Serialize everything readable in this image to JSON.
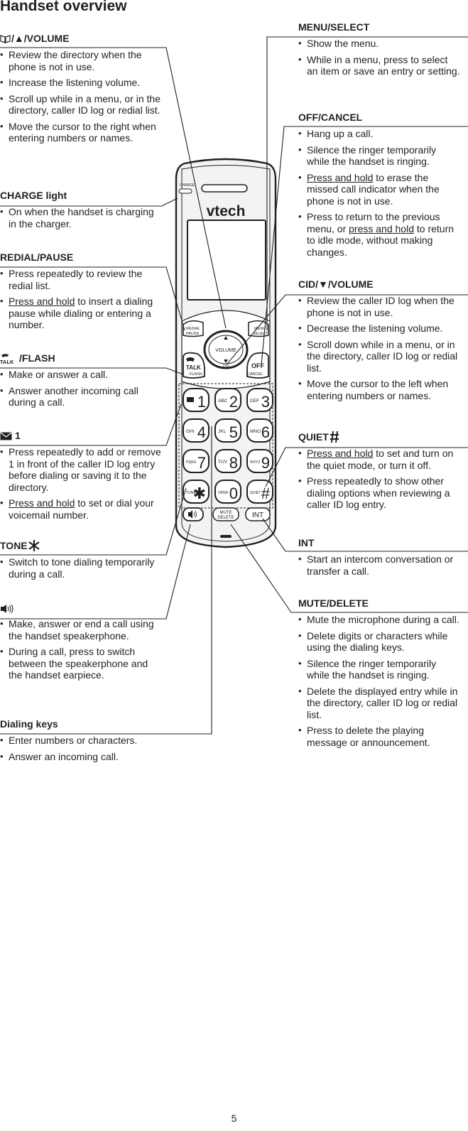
{
  "title": "Handset overview",
  "page_number": "5",
  "left_sections": [
    {
      "heading": "/▲/VOLUME",
      "icon": "directory-book-icon",
      "bullets": [
        "Review the directory when the phone is not in use.",
        "Increase the listening volume.",
        "Scroll up while in a menu, or in the directory, caller ID log or redial list.",
        "Move the cursor to the right when entering numbers or names."
      ]
    },
    {
      "heading": "CHARGE light",
      "bullets": [
        "On when the handset is charging in the charger."
      ]
    },
    {
      "heading": "REDIAL/PAUSE",
      "bullets": [
        {
          "link": "Press and hold",
          "rest": " to insert a dialing pause while dialing or entering a number.",
          "pre": "Press repeatedly to review the redial list."
        }
      ]
    },
    {
      "heading": "/FLASH",
      "icon": "talk-icon",
      "icon_label": "TALK",
      "bullets": [
        "Make or answer a call.",
        "Answer another incoming call during a call."
      ]
    },
    {
      "heading": "1",
      "icon": "envelope-icon",
      "bullets": [
        "Press repeatedly to add or remove 1 in front of the caller ID log entry before dialing or saving it to the directory."
      ],
      "hold": {
        "link": "Press and hold",
        "rest": " to set or dial your voicemail number."
      }
    },
    {
      "heading": "TONE",
      "icon": "tone-star-icon",
      "bullets": [
        "Switch to tone dialing temporarily during a call."
      ]
    },
    {
      "heading": "",
      "icon": "speaker-icon",
      "bullets": [
        "Make, answer or end a call using the handset speakerphone.",
        "During a call, press to switch between the speakerphone and the handset earpiece."
      ]
    },
    {
      "heading": "Dialing keys",
      "bullets": [
        "Enter numbers or characters.",
        "Answer an incoming call."
      ]
    }
  ],
  "redial_bullets": {
    "first": "Press repeatedly to review the redial list.",
    "second_link": "Press and hold",
    "second_rest": " to insert a dialing pause while dialing or entering a number."
  },
  "right_sections": {
    "menu": {
      "heading": "MENU/SELECT",
      "bullets": [
        "Show the menu.",
        "While in a menu, press to select an item or save an entry or setting."
      ]
    },
    "off": {
      "heading": "OFF/CANCEL",
      "b1": "Hang up a call.",
      "b2": "Silence the ringer temporarily while the handset is ringing.",
      "b3_link": "Press and hold",
      "b3_rest": " to erase the missed call indicator when the phone is not in use.",
      "b4_pre": "Press to return to the previous menu, or ",
      "b4_link": "press and hold",
      "b4_rest": " to return to idle mode, without making changes."
    },
    "cid": {
      "heading": "CID/▼/VOLUME",
      "bullets": [
        "Review the caller ID log when the phone is not in use.",
        "Decrease the listening volume.",
        "Scroll down while in a menu, or in the directory, caller ID log or redial list.",
        "Move the cursor to the left when entering numbers or names."
      ]
    },
    "quiet": {
      "heading": "QUIET",
      "icon": "hash-icon",
      "b1_link": "Press and hold",
      "b1_rest": " to set and turn on the quiet mode, or turn it off.",
      "b2": "Press repeatedly to show other dialing options when reviewing a caller ID log entry."
    },
    "int": {
      "heading": "INT",
      "bullets": [
        "Start an intercom conversation or transfer a call."
      ]
    },
    "mute": {
      "heading": "MUTE/DELETE",
      "bullets": [
        "Mute the microphone during a call.",
        "Delete digits or characters while using the dialing keys.",
        "Silence the ringer temporarily while the handset is ringing.",
        "Delete the displayed entry while in the directory, caller ID log or redial list.",
        "Press to delete the playing message or announcement."
      ]
    }
  },
  "handset": {
    "brand": "vtech",
    "charge_label": "CHARGE",
    "redial_label": [
      "REDIAL",
      "PAUSE"
    ],
    "menu_label": [
      "MENU",
      "SELECT"
    ],
    "talk_label": "TALK",
    "flash_label": "FLASH",
    "volume_label": "VOLUME",
    "cid_label": "CID",
    "off_label": "OFF",
    "cancel_label": "CANCEL",
    "mute_label": [
      "MUTE",
      "DELETE"
    ],
    "int_label": "INT",
    "keys": [
      {
        "digit": "1",
        "letters": ""
      },
      {
        "digit": "2",
        "letters": "ABC"
      },
      {
        "digit": "3",
        "letters": "DEF"
      },
      {
        "digit": "4",
        "letters": "GHI"
      },
      {
        "digit": "5",
        "letters": "JKL"
      },
      {
        "digit": "6",
        "letters": "MNO"
      },
      {
        "digit": "7",
        "letters": "PQRS"
      },
      {
        "digit": "8",
        "letters": "TUV"
      },
      {
        "digit": "9",
        "letters": "WXYZ"
      },
      {
        "digit": "✱",
        "letters": "TONE"
      },
      {
        "digit": "0",
        "letters": "OPER"
      },
      {
        "digit": "#",
        "letters": "QUIET"
      }
    ]
  }
}
